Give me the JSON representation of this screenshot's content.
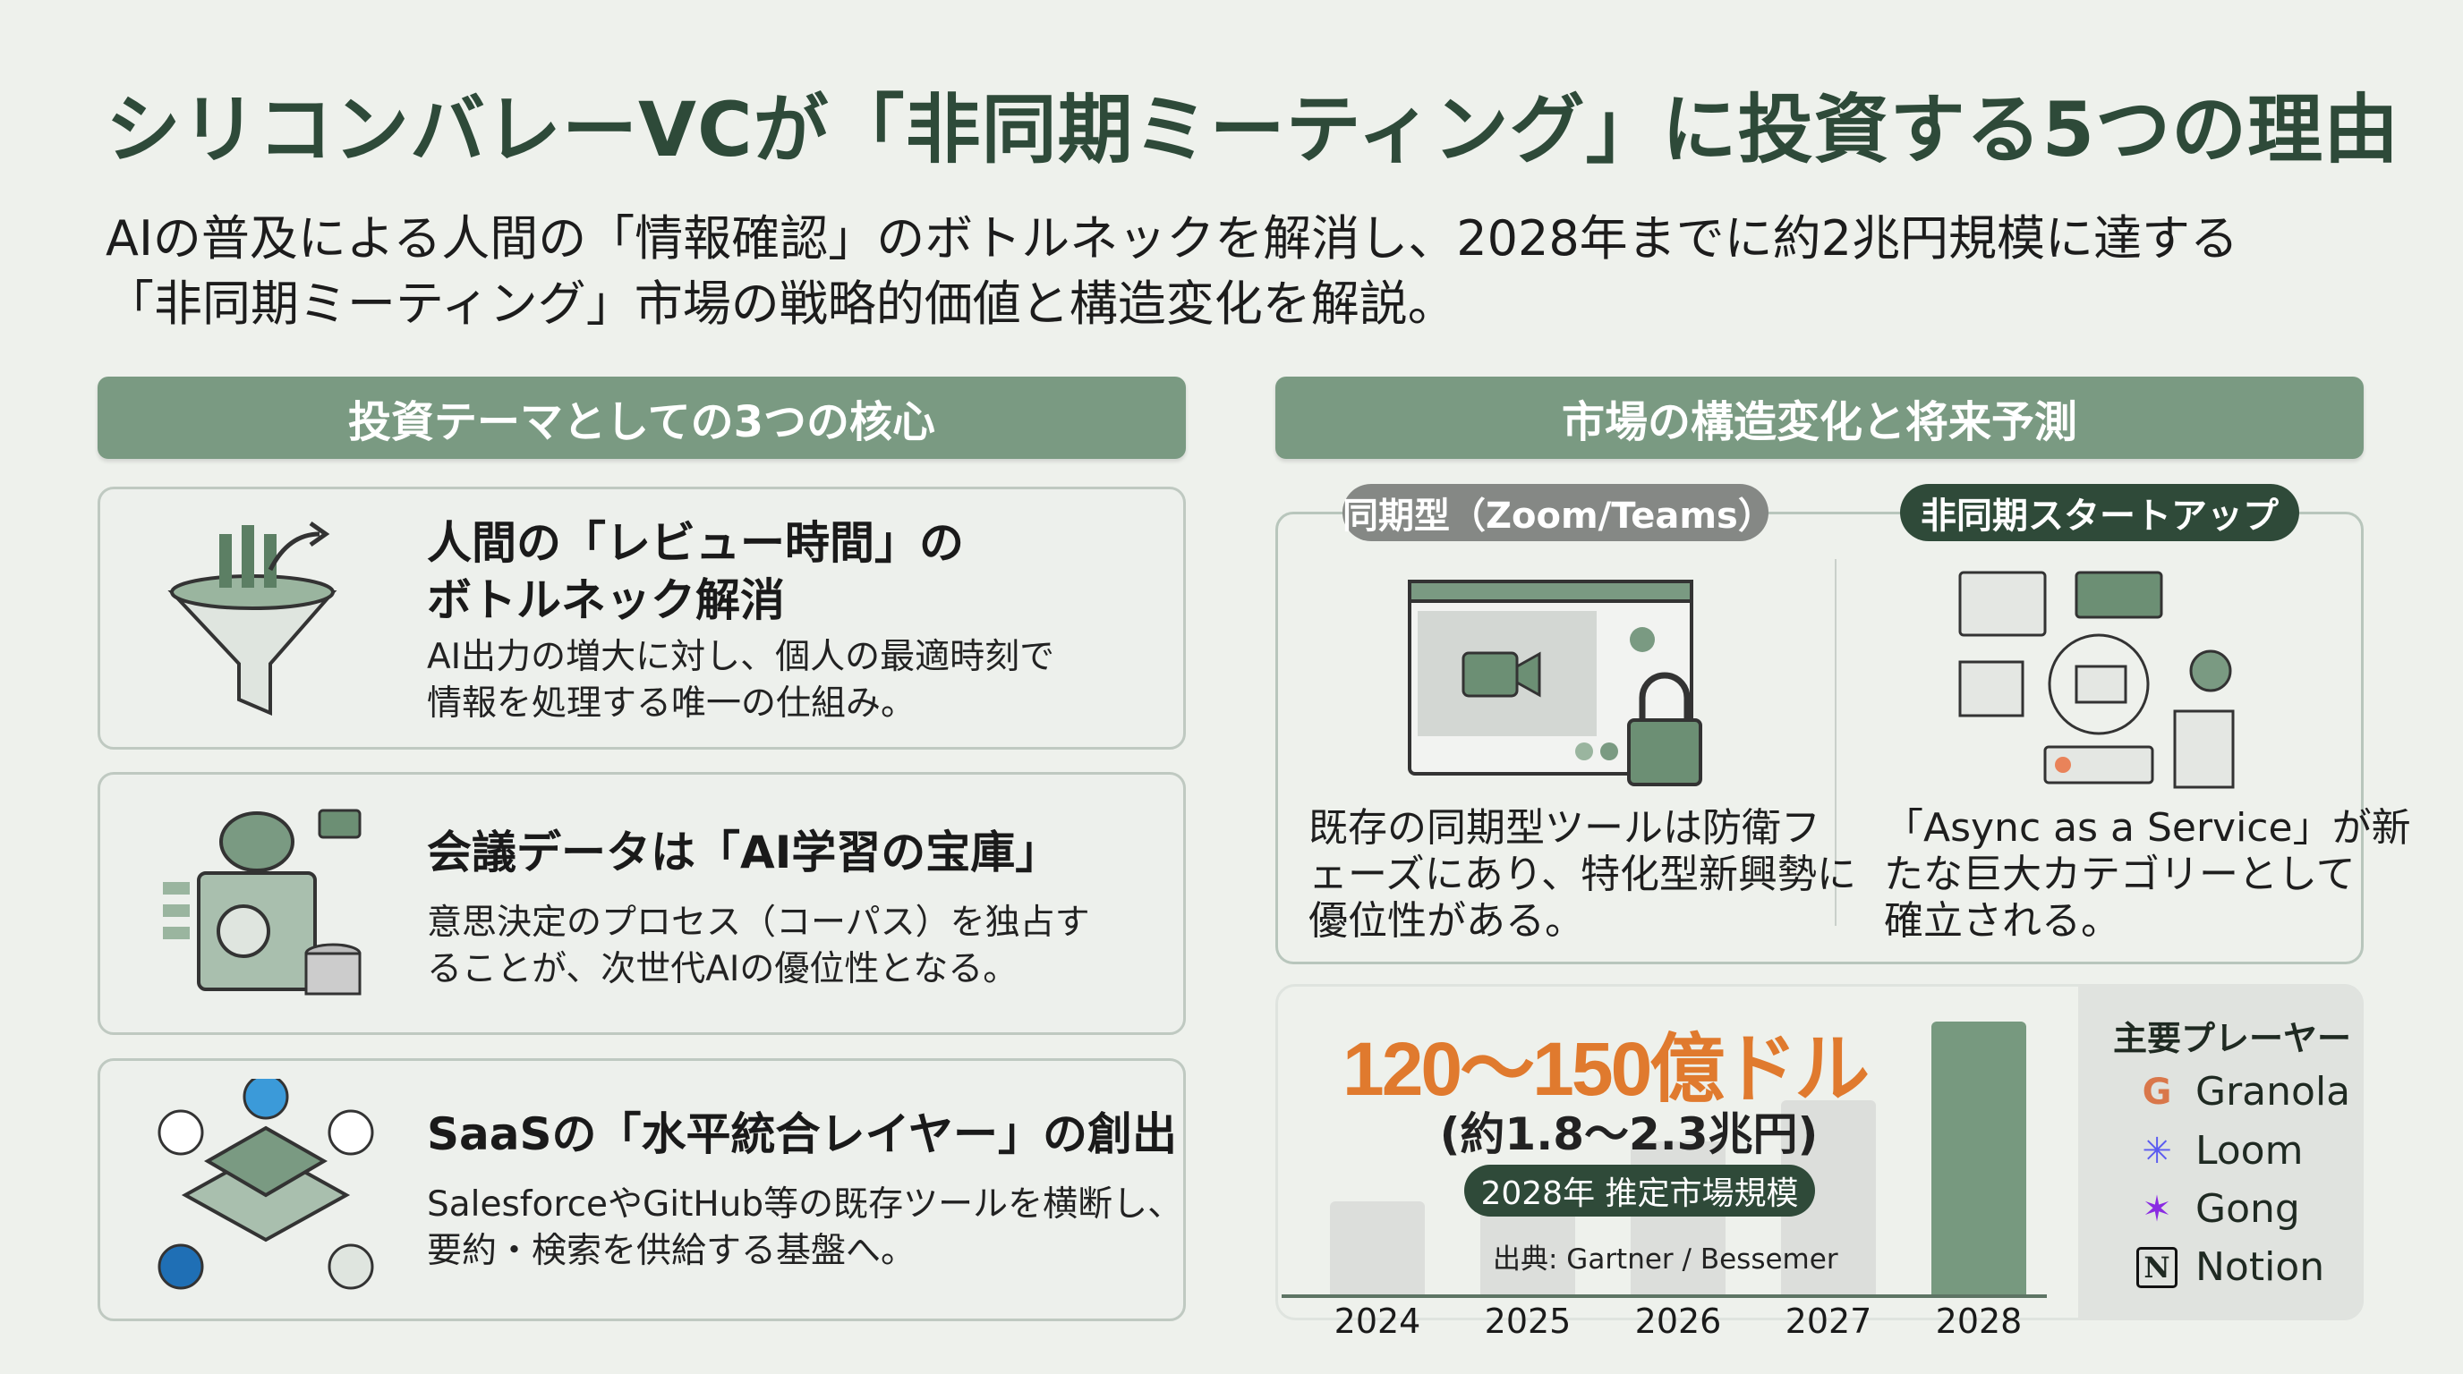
{
  "title": "シリコンバレーVCが「非同期ミーティング」に投資する5つの理由",
  "subtitle": [
    "AIの普及による人間の「情報確認」のボトルネックを解消し、2028年までに約2兆円規模に達する",
    "「非同期ミーティング」市場の戦略的価値と構造変化を解説。"
  ],
  "left": {
    "header": "投資テーマとしての3つの核心",
    "cards": [
      {
        "title": [
          "人間の「レビュー時間」の",
          "ボトルネック解消"
        ],
        "body": [
          "AI出力の増大に対し、個人の最適時刻で",
          "情報を処理する唯一の仕組み。"
        ],
        "icon": "funnel-icon"
      },
      {
        "title": [
          "会議データは「AI学習の宝庫」"
        ],
        "body": [
          "意思決定のプロセス（コーパス）を独占す",
          "ることが、次世代AIの優位性となる。"
        ],
        "icon": "data-vault-icon"
      },
      {
        "title": [
          "SaaSの「水平統合レイヤー」の創出"
        ],
        "body": [
          "SalesforceやGitHub等の既存ツールを横断し、",
          "要約・検索を供給する基盤へ。"
        ],
        "icon": "integration-layer-icon"
      }
    ]
  },
  "right": {
    "header": "市場の構造変化と将来予測",
    "sync": {
      "label": "同期型（Zoom/Teams）",
      "text": [
        "既存の同期型ツールは防衛フ",
        "ェーズにあり、特化型新興勢に",
        "優位性がある。"
      ],
      "icon": "locked-video-call-icon"
    },
    "async": {
      "label": "非同期スタートアップ",
      "text": [
        "「Async as a Service」が新",
        "たな巨大カテゴリーとして",
        "確立される。"
      ],
      "icon": "async-messages-icon"
    },
    "market": {
      "headline": "120〜150億ドル",
      "yen": "(約1.8〜2.3兆円)",
      "badge": "2028年 推定市場規模",
      "source": "出典: Gartner / Bessemer"
    },
    "players": {
      "title": "主要プレーヤー",
      "items": [
        {
          "name": "Granola",
          "icon": "granola-logo-icon",
          "color": "#d9774a"
        },
        {
          "name": "Loom",
          "icon": "loom-logo-icon",
          "color": "#5b5bf0"
        },
        {
          "name": "Gong",
          "icon": "gong-logo-icon",
          "color": "#8a2be2"
        },
        {
          "name": "Notion",
          "icon": "notion-logo-icon",
          "color": "#111111"
        }
      ]
    }
  },
  "chart_data": {
    "type": "bar",
    "categories": [
      "2024",
      "2025",
      "2026",
      "2027",
      "2028"
    ],
    "values_relative": [
      0.34,
      0.45,
      0.56,
      0.71,
      1.0
    ],
    "highlight": "2028",
    "colors": {
      "bar": "#dcdedb",
      "highlight": "#77997f"
    },
    "grid": false
  },
  "colors": {
    "accent": "#7a9a82",
    "dark": "#2f4a39",
    "orange": "#e07a2e"
  }
}
